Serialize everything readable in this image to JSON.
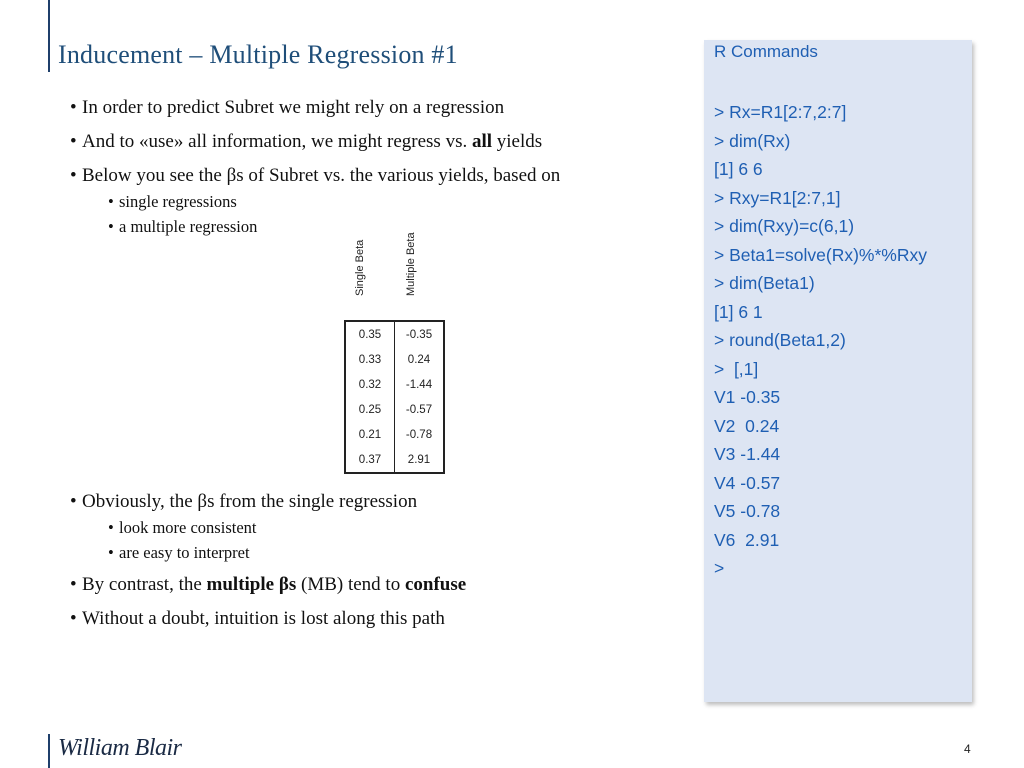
{
  "slide": {
    "title": "Inducement – Multiple Regression #1",
    "page_number": "4",
    "logo_text": "William Blair"
  },
  "bullets_top": [
    {
      "text": "In order to predict Subret we might rely on a regression"
    },
    {
      "pre": "And to «use» all information, we might regress vs. ",
      "bold": "all",
      "post": " yields"
    },
    {
      "text": "Below you see the βs of Subret vs. the various yields, based on"
    }
  ],
  "sub_bullets_top": [
    "single regressions",
    "a multiple regression"
  ],
  "table": {
    "headers": [
      "Single Beta",
      "Multiple Beta"
    ],
    "rows": [
      [
        "0.35",
        "-0.35"
      ],
      [
        "0.33",
        "0.24"
      ],
      [
        "0.32",
        "-1.44"
      ],
      [
        "0.25",
        "-0.57"
      ],
      [
        "0.21",
        "-0.78"
      ],
      [
        "0.37",
        "2.91"
      ]
    ]
  },
  "bullets_bottom": {
    "obviously": "Obviously, the βs from the single regression",
    "sub": [
      "look more consistent",
      "are easy to interpret"
    ],
    "contrast_pre": "By contrast, the ",
    "contrast_bold1": "multiple βs",
    "contrast_mid": " (MB) tend to ",
    "contrast_bold2": "confuse",
    "doubt": "Without a doubt, intuition is lost along this path"
  },
  "r_panel": {
    "title": "R Commands",
    "lines": [
      "> Rx=R1[2:7,2:7]",
      "> dim(Rx)",
      "[1] 6 6",
      "> Rxy=R1[2:7,1]",
      "> dim(Rxy)=c(6,1)",
      "> Beta1=solve(Rx)%*%Rxy",
      "> dim(Beta1)",
      "[1] 6 1",
      "> round(Beta1,2)",
      ">  [,1]",
      "V1 -0.35",
      "V2  0.24",
      "V3 -1.44",
      "V4 -0.57",
      "V5 -0.78",
      "V6  2.91",
      ">"
    ]
  },
  "colors": {
    "title": "#1f4e79",
    "panel_bg": "#dde5f3",
    "panel_text": "#1f5fb3"
  }
}
